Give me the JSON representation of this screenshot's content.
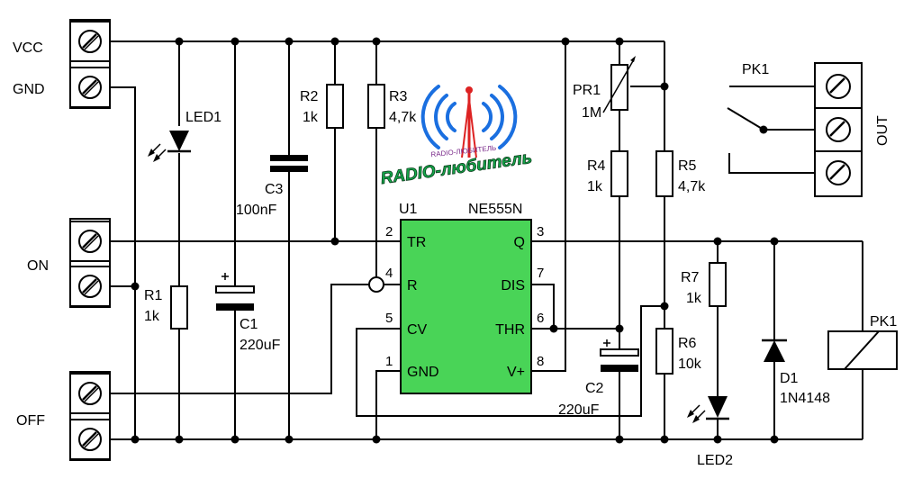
{
  "terminals": {
    "vcc": "VCC",
    "gnd": "GND",
    "on": "ON",
    "off": "OFF",
    "out": "OUT"
  },
  "components": {
    "led1": "LED1",
    "led2": "LED2",
    "r1": {
      "name": "R1",
      "value": "1k"
    },
    "r2": {
      "name": "R2",
      "value": "1k"
    },
    "r3": {
      "name": "R3",
      "value": "4,7k"
    },
    "r4": {
      "name": "R4",
      "value": "1k"
    },
    "r5": {
      "name": "R5",
      "value": "4,7k"
    },
    "r6": {
      "name": "R6",
      "value": "10k"
    },
    "r7": {
      "name": "R7",
      "value": "1k"
    },
    "pr1": {
      "name": "PR1",
      "value": "1M"
    },
    "c1": {
      "name": "C1",
      "value": "220uF"
    },
    "c2": {
      "name": "C2",
      "value": "220uF"
    },
    "c3": {
      "name": "C3",
      "value": "100nF"
    },
    "d1": {
      "name": "D1",
      "value": "1N4148"
    },
    "pk1_contact": "PK1",
    "pk1_coil": "PK1"
  },
  "chip": {
    "ref": "U1",
    "model": "NE555N",
    "pins": [
      {
        "num": "2",
        "label": "TR"
      },
      {
        "num": "4",
        "label": "R"
      },
      {
        "num": "5",
        "label": "CV"
      },
      {
        "num": "1",
        "label": "GND"
      },
      {
        "num": "3",
        "label": "Q"
      },
      {
        "num": "7",
        "label": "DIS"
      },
      {
        "num": "6",
        "label": "THR"
      },
      {
        "num": "8",
        "label": "V+"
      }
    ]
  },
  "watermark": {
    "logo_text": "RADIO-любитель",
    "small_text": "RADIO-ЛЮБИТЕЛЬ"
  },
  "colors": {
    "chip_fill": "#49d457",
    "terminal_fill": "#ffffff",
    "wire": "#000000"
  }
}
